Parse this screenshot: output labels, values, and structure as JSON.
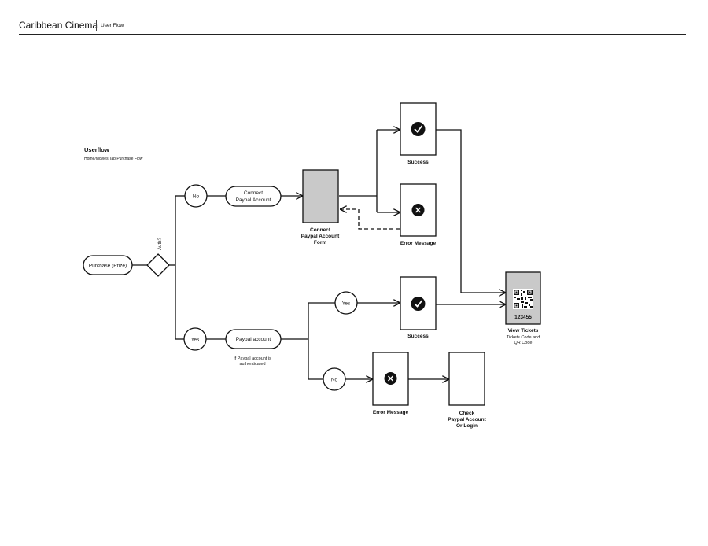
{
  "header": {
    "app_title": "Caribbean Cinema",
    "page_label": "User Flow"
  },
  "section": {
    "title": "Userflow",
    "subtitle": "Home/Movies Tab Purchase Flow"
  },
  "nodes": {
    "start": "Purchase (Prize)",
    "decision_label": "Auth?",
    "no_top": "No",
    "connect_paypal_line1": "Connect",
    "connect_paypal_line2": "Paypal Account",
    "form_screen_line1": "Connect",
    "form_screen_line2": "Paypal Account",
    "form_screen_line3": "Form",
    "success_top": "Success",
    "error_top": "Error Message",
    "yes_bottom": "Yes",
    "paypal_account": "Paypal account",
    "paypal_note_line1": "If Paypal account is",
    "paypal_note_line2": "authenticated",
    "yes_inner": "Yes",
    "no_inner": "No",
    "success_bottom": "Success",
    "error_bottom": "Error Message",
    "check_line1": "Check",
    "check_line2": "Paypal Account",
    "check_line3": "Or Login",
    "ticket_code": "123455",
    "view_tickets": "View Tickets",
    "tickets_note_line1": "Tickets Code and",
    "tickets_note_line2": "QR Code"
  },
  "icons": {
    "success": "check-circle-icon",
    "error": "x-circle-icon",
    "ticket": "qr-code-icon"
  },
  "colors": {
    "screen_fill_gray": "#c9c9c9",
    "line": "#111111"
  }
}
